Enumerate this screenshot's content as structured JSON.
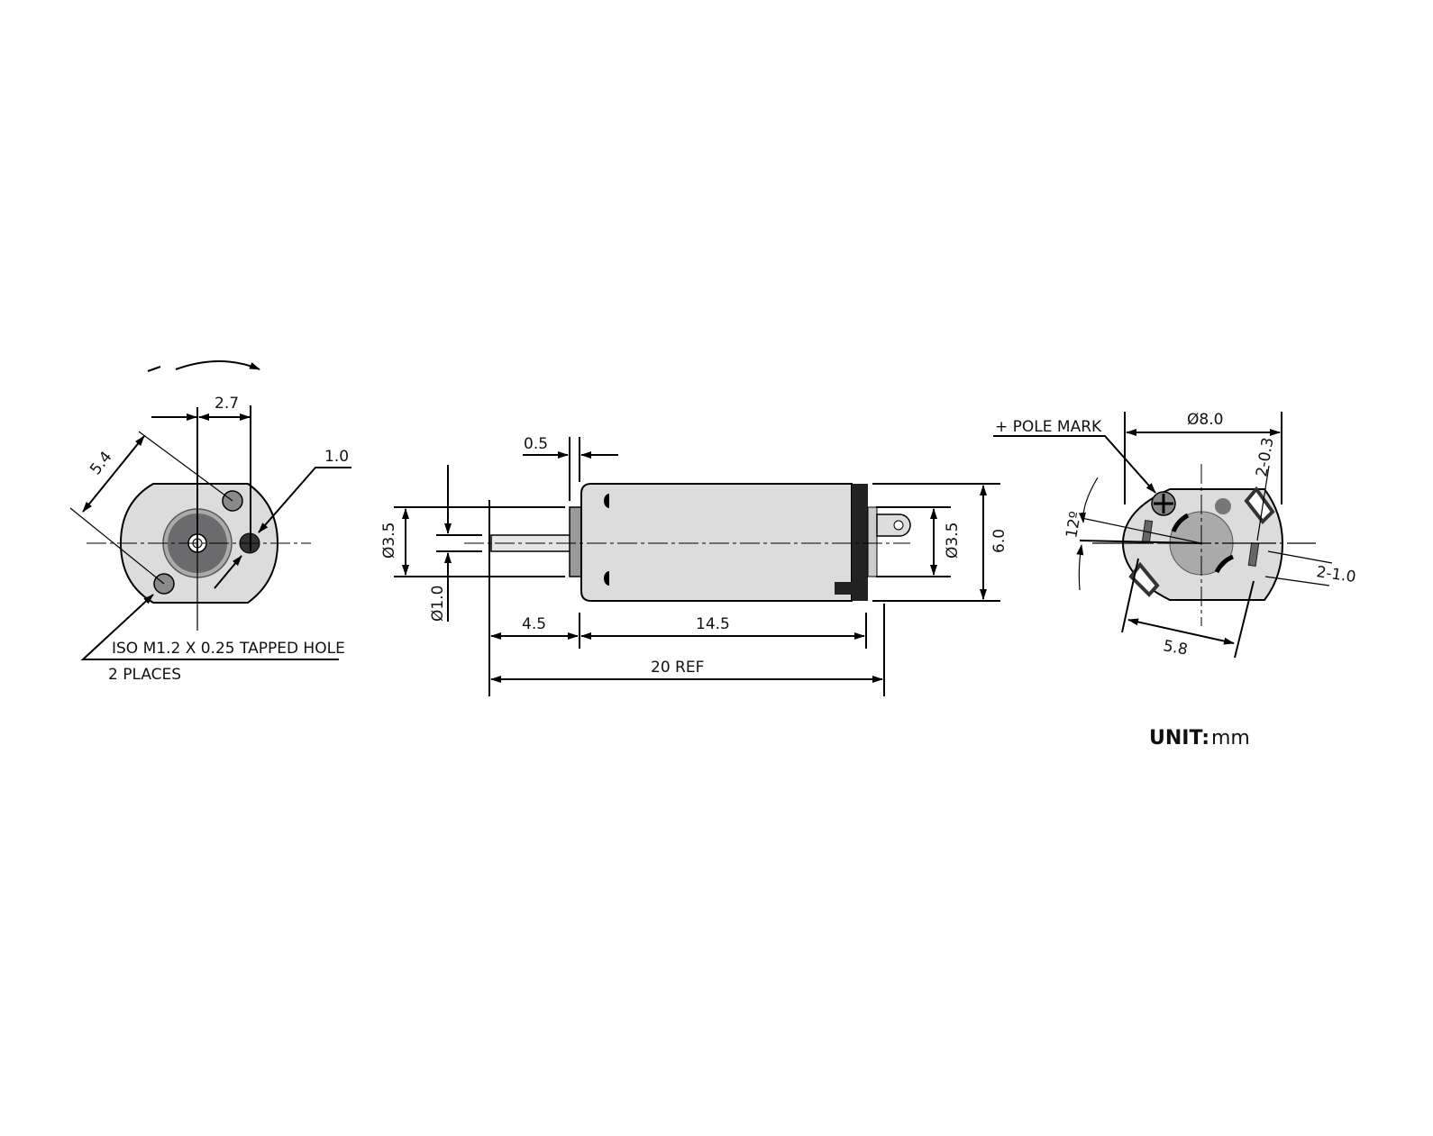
{
  "front_view": {
    "dim_hole_spacing": "2.7",
    "dim_diagonal": "5.4",
    "dim_hole_dia": "1.0",
    "note_line1": "ISO M1.2 X 0.25 TAPPED HOLE",
    "note_line2": "2 PLACES"
  },
  "side_view": {
    "dim_flange": "0.5",
    "dim_boss_dia": "Ø3.5",
    "dim_shaft_dia": "Ø1.0",
    "dim_shaft_len": "4.5",
    "dim_body_len": "14.5",
    "dim_total": "20 REF",
    "dim_rear_boss": "Ø3.5",
    "dim_height": "6.0"
  },
  "rear_view": {
    "pole_label": "+ POLE MARK",
    "dim_dia": "Ø8.0",
    "dim_angle": "12º",
    "dim_terminal_thk": "2-0.3",
    "dim_terminal_w": "2-1.0",
    "dim_terminal_spacing": "5.8"
  },
  "unit": {
    "label": "UNIT:",
    "value": "mm"
  },
  "colors": {
    "body": "#dcdcdc",
    "dark": "#222222",
    "hole": "#8a8a8a"
  }
}
